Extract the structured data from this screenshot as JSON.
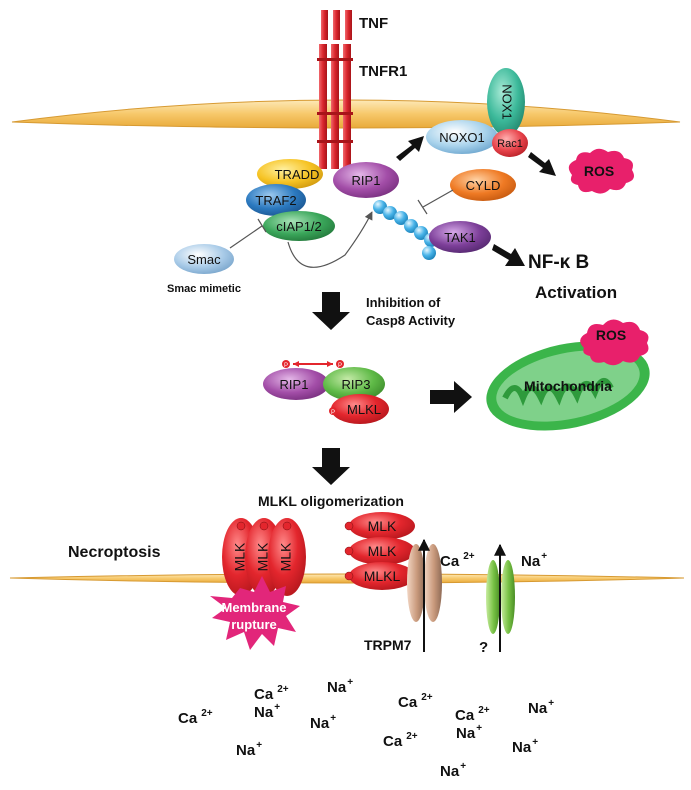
{
  "labels": {
    "tnf": "TNF",
    "tnfr1": "TNFR1",
    "nox1": "NOX1",
    "noxo1": "NOXO1",
    "rac1": "Rac1",
    "ros_top": "ROS",
    "tradd": "TRADD",
    "rip1_top": "RIP1",
    "traf2": "TRAF2",
    "ciap": "cIAP1/2",
    "cyld": "CYLD",
    "smac": "Smac",
    "smac_mimetic": "Smac mimetic",
    "tak1": "TAK1",
    "nfkb": "NF-κ B",
    "activation": "Activation",
    "inhibition_line1": "Inhibition of",
    "inhibition_line2": "Casp8 Activity",
    "rip1_mid": "RIP1",
    "rip3": "RIP3",
    "mlkl_mid": "MLKL",
    "ros_mito": "ROS",
    "mitochondria": "Mitochondria",
    "mlkl_oligo": "MLKL oligomerization",
    "necroptosis": "Necroptosis",
    "mlk": "MLK",
    "mlkl_stack": "MLKL",
    "membrane_rupture_1": "Membrane",
    "membrane_rupture_2": "rupture",
    "trpm7": "TRPM7",
    "unknown_channel": "?",
    "phospho": "P"
  },
  "ions": [
    {
      "base": "Ca",
      "sup": "2+"
    },
    {
      "base": "Na",
      "sup": "+"
    },
    {
      "base": "Ca",
      "sup": "2+"
    },
    {
      "base": "Na",
      "sup": "+"
    },
    {
      "base": "Ca",
      "sup": "2+"
    },
    {
      "base": "Na",
      "sup": "+"
    },
    {
      "base": "Na",
      "sup": "+"
    },
    {
      "base": "Ca",
      "sup": "2+"
    },
    {
      "base": "Ca",
      "sup": "2+"
    },
    {
      "base": "Ca",
      "sup": "2+"
    },
    {
      "base": "Na",
      "sup": "+"
    },
    {
      "base": "Na",
      "sup": "+"
    },
    {
      "base": "Na",
      "sup": "+"
    },
    {
      "base": "Na",
      "sup": "+"
    }
  ],
  "colors": {
    "membrane": "#f7c86a",
    "receptor": "#d9252c",
    "nox1": "#3cb99a",
    "noxo1": "#a9d3ec",
    "rac1": "#e8434b",
    "ros": "#e8206b",
    "tradd": "#f6c324",
    "rip1": "#a34ea8",
    "traf2": "#2b79bf",
    "ciap": "#3aa65a",
    "cyld": "#ef7a24",
    "smac": "#a9cbe8",
    "tak1": "#7d3f99",
    "ubiquitin": "#48b3e8",
    "rip3": "#5fba47",
    "mlkl": "#e3262d",
    "mitochondria": "#3bb54a",
    "trpm7": "#c99a7c",
    "channel": "#76c043",
    "rupture": "#e2267a"
  }
}
